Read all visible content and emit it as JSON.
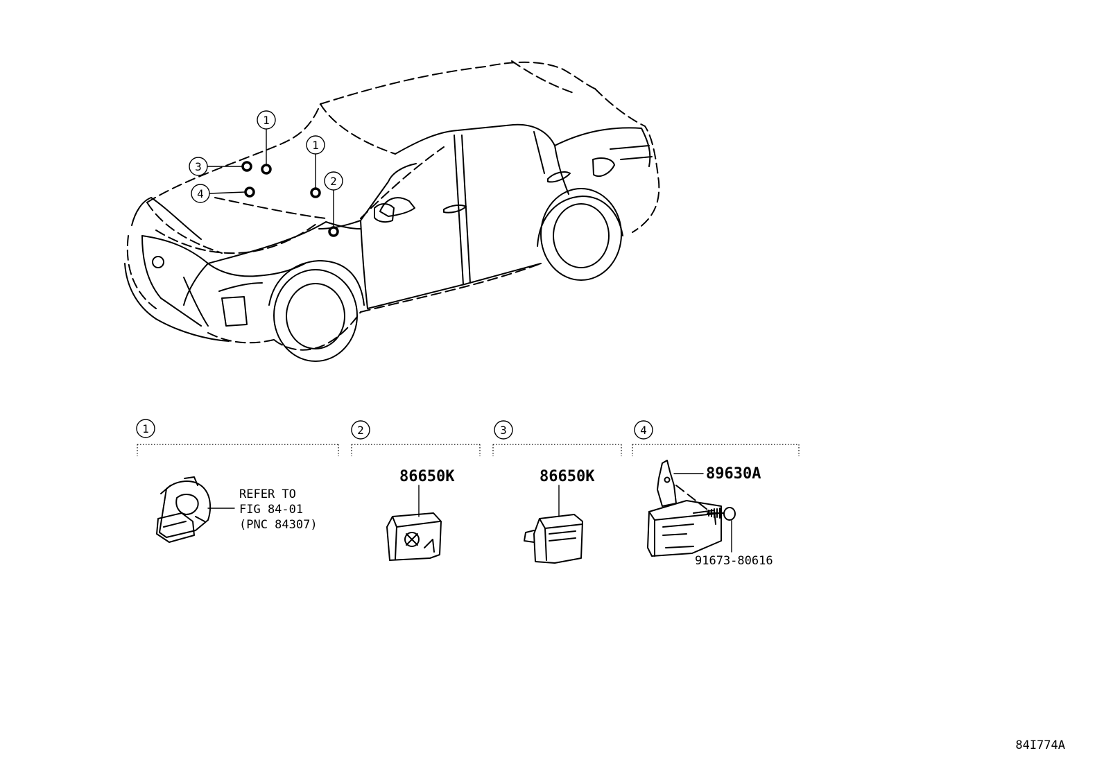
{
  "callouts": {
    "car": [
      "1",
      "1",
      "2",
      "3",
      "4"
    ],
    "groups": [
      "1",
      "2",
      "3",
      "4"
    ]
  },
  "parts": {
    "g1_note_line1": "REFER TO",
    "g1_note_line2": "FIG 84-01",
    "g1_note_line3": "(PNC 84307)",
    "g2_part": "86650K",
    "g3_part": "86650K",
    "g4_part": "89630A",
    "g4_bolt": "91673-80616"
  },
  "figure_code": "84I774A",
  "colors": {
    "line": "#000000",
    "background": "#ffffff"
  }
}
